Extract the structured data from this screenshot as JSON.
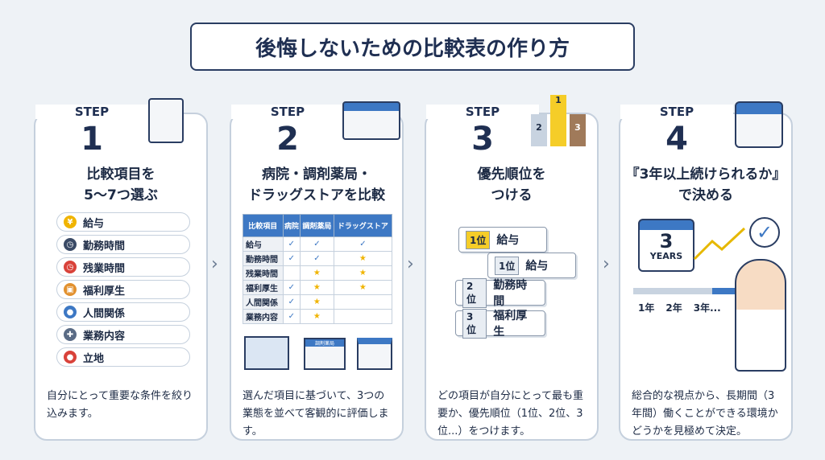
{
  "title": "後悔しないための比較表の作り方",
  "steps": [
    {
      "step": "STEP",
      "num": "1",
      "head": [
        "比較項目を",
        "5〜7つ選ぶ"
      ],
      "items": [
        "給与",
        "勤務時間",
        "残業時間",
        "福利厚生",
        "人間関係",
        "業務内容",
        "立地"
      ],
      "desc": "自分にとって重要な条件を絞り込みます。"
    },
    {
      "step": "STEP",
      "num": "2",
      "head": [
        "病院・調剤薬局・",
        "ドラッグストアを比較"
      ],
      "desc": "選んだ項目に基づいて、3つの業態を並べて客観的に評価します。",
      "table": {
        "headers": [
          "比較項目",
          "病院",
          "調剤薬局",
          "ドラッグストア"
        ],
        "rows": [
          [
            "給与",
            "✓",
            "✓",
            "✓"
          ],
          [
            "勤務時間",
            "✓",
            "✓",
            "★"
          ],
          [
            "残業時間",
            "",
            "★",
            "★"
          ],
          [
            "福利厚生",
            "✓",
            "★",
            "★"
          ],
          [
            "人間関係",
            "✓",
            "★",
            ""
          ],
          [
            "業務内容",
            "✓",
            "★",
            ""
          ]
        ]
      },
      "sign": "調剤薬局"
    },
    {
      "step": "STEP",
      "num": "3",
      "head": [
        "優先順位を",
        "つける"
      ],
      "ranks": [
        {
          "r": "1位",
          "t": "給与"
        },
        {
          "r": "1位",
          "t": "給与"
        },
        {
          "r": "2位",
          "t": "勤務時間"
        },
        {
          "r": "3位",
          "t": "福利厚生"
        }
      ],
      "arrows": [
        "2",
        "1",
        "3"
      ],
      "desc": "どの項目が自分にとって最も重要か、優先順位（1位、2位、3位...）をつけます。"
    },
    {
      "step": "STEP",
      "num": "4",
      "head": [
        "『3年以上続けられるか』",
        "で決める"
      ],
      "cal": {
        "num": "3",
        "label": "YEARS"
      },
      "timeline": [
        "1年",
        "2年",
        "3年..."
      ],
      "desc": "総合的な視点から、長期間（3年間）働くことができる環境かどうかを見極めて決定。"
    }
  ],
  "colors": {
    "navy": "#1f2f52",
    "blue": "#3d78c4",
    "star": "#f0b400"
  }
}
